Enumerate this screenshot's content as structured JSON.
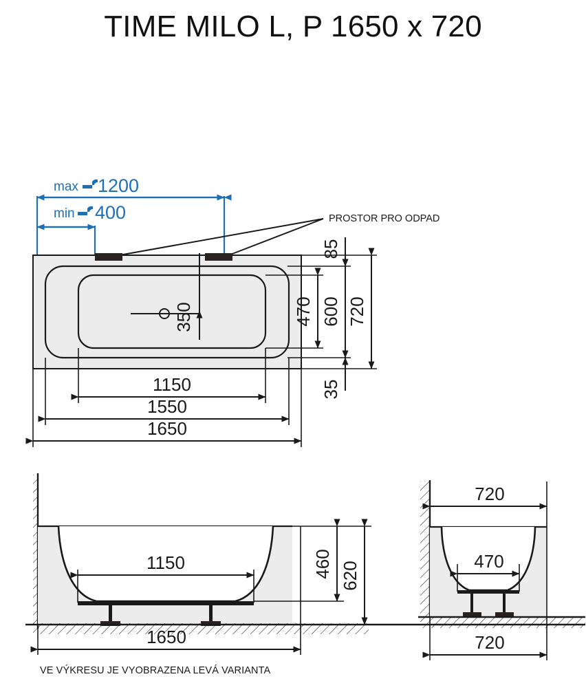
{
  "document": {
    "title": "TIME MILO L, P 1650 x 720",
    "footnote": "VE VÝKRESU JE VYOBRAZENA LEVÁ VARIANTA",
    "product_line": "TIME MILO",
    "variants": "L, P",
    "nominal_size": "1650 x 720"
  },
  "colors": {
    "line": "#1a1a1a",
    "accent_blue": "#1f6fb5",
    "body_fill": "#ececec",
    "tab_fill": "#2b2222",
    "background": "#ffffff"
  },
  "annotations": {
    "drain_space": "PROSTOR PRO ODPAD",
    "faucet_max_label": "max",
    "faucet_max_value": "1200",
    "faucet_min_label": "min",
    "faucet_min_value": "400",
    "faucet_icon": "faucet-icon"
  },
  "top_view": {
    "name": "top-view",
    "horizontal_dims": [
      {
        "value": "1150",
        "meaning": "inner bottom length"
      },
      {
        "value": "1550",
        "meaning": "inner rim length"
      },
      {
        "value": "1650",
        "meaning": "overall length"
      }
    ],
    "vertical_dims": [
      {
        "value": "85",
        "meaning": "rim offset top"
      },
      {
        "value": "470",
        "meaning": "inner bottom width"
      },
      {
        "value": "600",
        "meaning": "inner rim width"
      },
      {
        "value": "720",
        "meaning": "overall width"
      },
      {
        "value": "35",
        "meaning": "rim offset bottom"
      }
    ],
    "drain_dim": {
      "value": "350",
      "meaning": "drain centre from top edge"
    }
  },
  "front_view": {
    "name": "front-elevation-view",
    "dims": [
      {
        "value": "1150",
        "meaning": "bottom length"
      },
      {
        "value": "1650",
        "meaning": "overall length"
      },
      {
        "value": "460",
        "meaning": "inner depth to bottom"
      },
      {
        "value": "620",
        "meaning": "overall height"
      }
    ]
  },
  "side_view": {
    "name": "side-elevation-view",
    "dims": [
      {
        "value": "720",
        "meaning": "overall width top"
      },
      {
        "value": "470",
        "meaning": "bottom width"
      },
      {
        "value": "720",
        "meaning": "overall width bottom"
      }
    ]
  }
}
